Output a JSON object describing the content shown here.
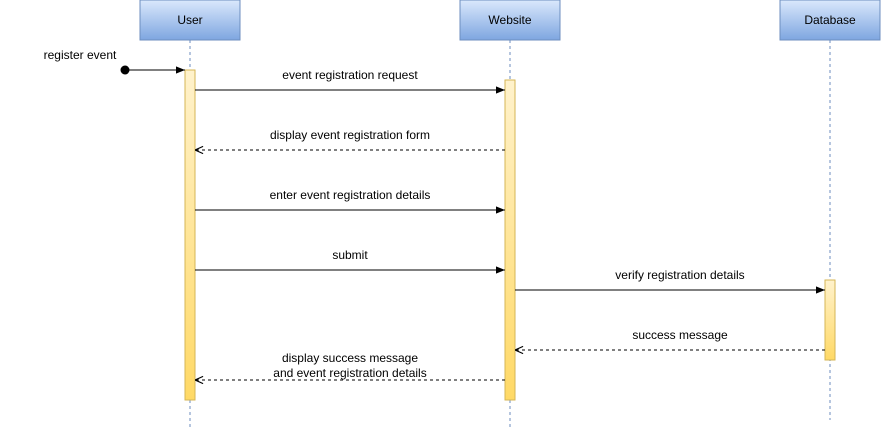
{
  "participants": [
    {
      "id": "user",
      "label": "User"
    },
    {
      "id": "website",
      "label": "Website"
    },
    {
      "id": "database",
      "label": "Database"
    }
  ],
  "found_message": {
    "label": "register event",
    "to": "user"
  },
  "messages": [
    {
      "from": "user",
      "to": "website",
      "label": "event registration request",
      "style": "solid"
    },
    {
      "from": "website",
      "to": "user",
      "label": "display event registration form",
      "style": "dashed"
    },
    {
      "from": "user",
      "to": "website",
      "label": "enter event registration details",
      "style": "solid"
    },
    {
      "from": "user",
      "to": "website",
      "label": "submit",
      "style": "solid"
    },
    {
      "from": "website",
      "to": "database",
      "label": "verify registration details",
      "style": "solid"
    },
    {
      "from": "database",
      "to": "website",
      "label": "success message",
      "style": "dashed"
    },
    {
      "from": "website",
      "to": "user",
      "label": [
        "display success message",
        "and event registration details"
      ],
      "style": "dashed"
    }
  ],
  "colors": {
    "header_top": "#dae8fc",
    "header_bottom": "#7ea6e0",
    "header_border": "#6c8ebf",
    "activation_top": "#fff2cc",
    "activation_bottom": "#ffd966",
    "activation_border": "#d6b656",
    "lifeline": "#6c8ebf",
    "arrow": "#000000"
  }
}
